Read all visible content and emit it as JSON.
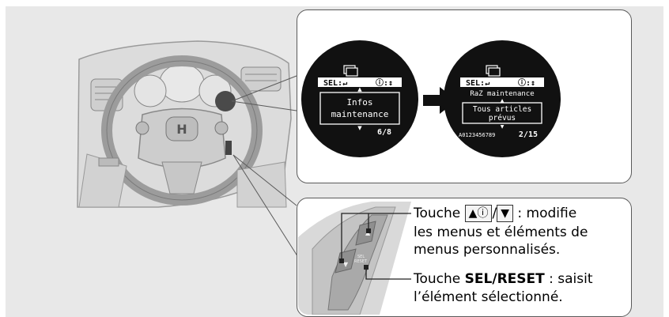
{
  "screen_left": {
    "sel_label": "SEL:↵",
    "info_label": "ⓘ:↕",
    "title_line1": "Infos",
    "title_line2": "maintenance",
    "page": "6/8"
  },
  "screen_right": {
    "sel_label": "SEL:↵",
    "info_label": "ⓘ:↕",
    "subtitle": "RaZ maintenance",
    "box_line1": "Tous articles",
    "box_line2": "prévus",
    "code": "A0123456789",
    "page": "2/15"
  },
  "legend": {
    "item1_prefix": "Touche",
    "item1_key_up": "▲ⓘ",
    "item1_sep": "/",
    "item1_key_down": "▼",
    "item1_desc1": ": modifie",
    "item1_line2": "les menus et éléments de",
    "item1_line3": "menus personnalisés.",
    "item2_prefix": "Touche",
    "item2_key": "SEL/RESET",
    "item2_desc1": ": saisit",
    "item2_line2": "l’élément sélectionné."
  },
  "switch_label": {
    "line1": "SEL",
    "line2": "RESET"
  },
  "steering_logo": "H"
}
